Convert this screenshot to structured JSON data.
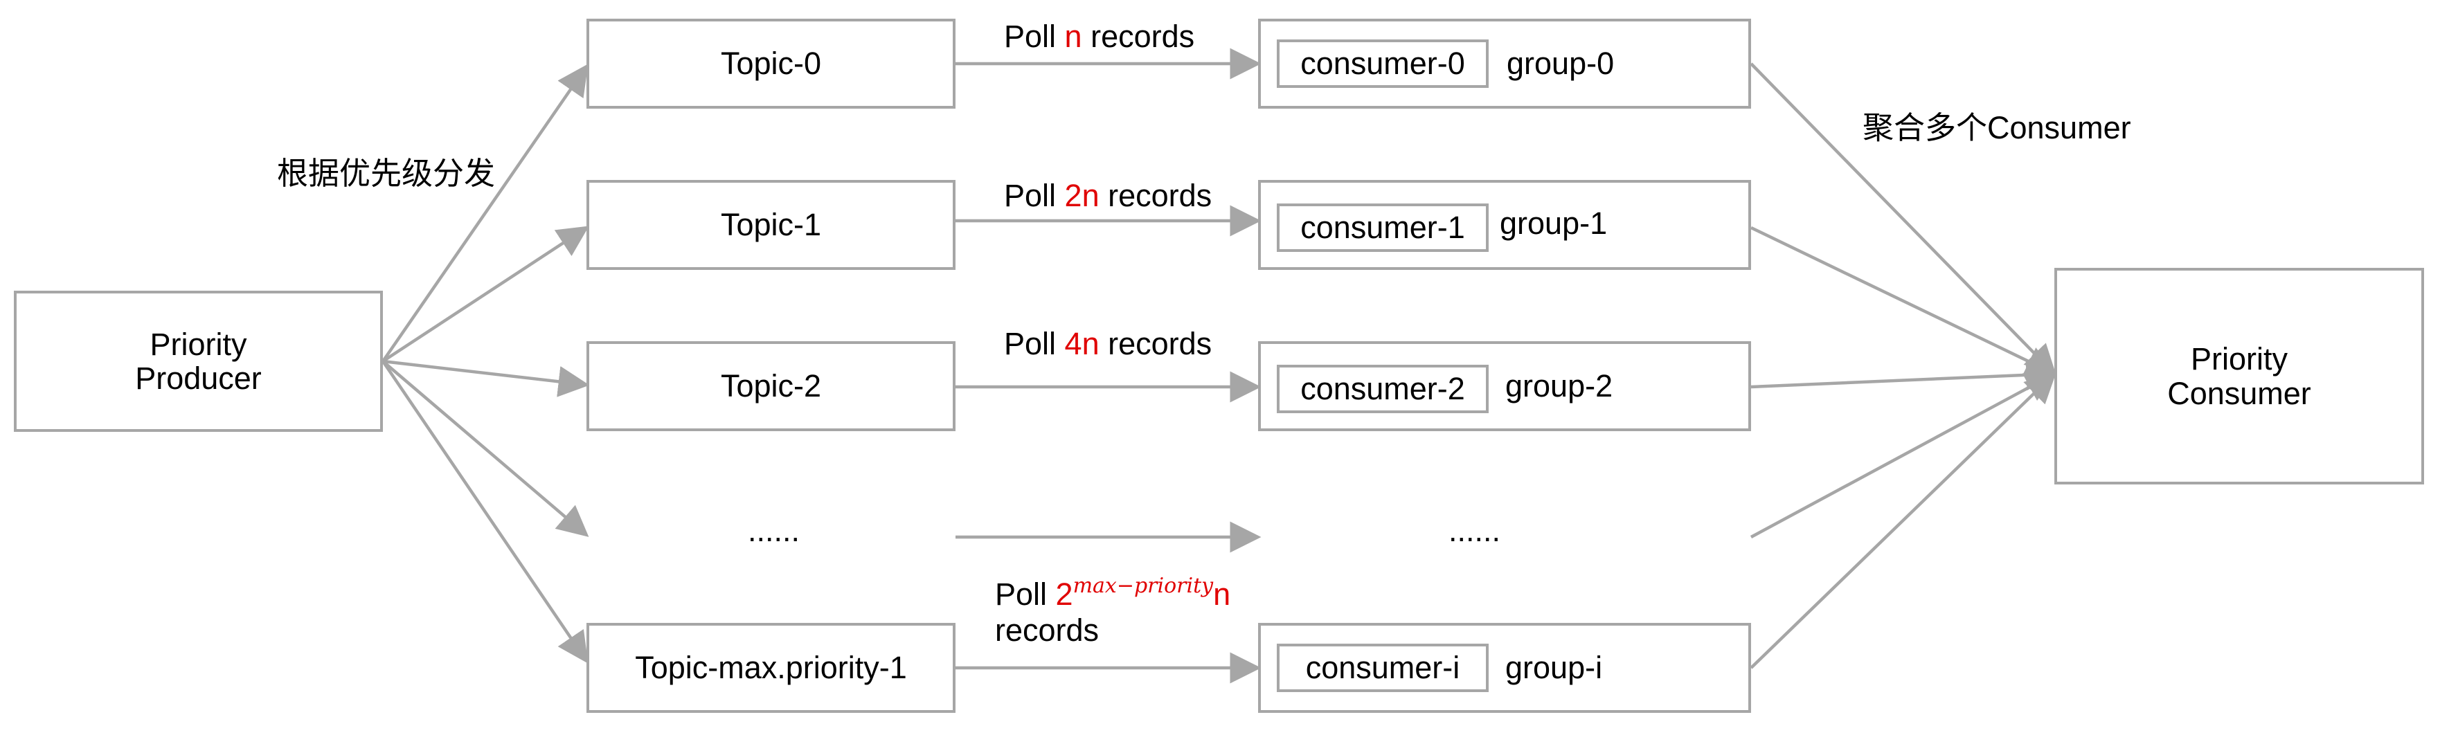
{
  "producer": {
    "line1": "Priority",
    "line2": "Producer"
  },
  "consumer": {
    "line1": "Priority",
    "line2": "Consumer"
  },
  "dispatch_label": "根据优先级分发",
  "aggregate_label": "聚合多个Consumer",
  "topics": [
    "Topic-0",
    "Topic-1",
    "Topic-2",
    "......",
    "Topic-max.priority-1"
  ],
  "polls": [
    {
      "prefix": "Poll ",
      "amount": "n",
      "suffix": " records"
    },
    {
      "prefix": "Poll ",
      "amount": "2n",
      "suffix": " records"
    },
    {
      "prefix": "Poll ",
      "amount": "4n",
      "suffix": " records"
    },
    {
      "prefix": "Poll ",
      "base": "2",
      "exponent": "max−priority",
      "n": "n",
      "suffix": "records"
    }
  ],
  "consumers": [
    {
      "name": "consumer-0",
      "group": "group-0"
    },
    {
      "name": "consumer-1",
      "group": "group-1"
    },
    {
      "name": "consumer-2",
      "group": "group-2"
    },
    {
      "name": "......",
      "group": ""
    },
    {
      "name": "consumer-i",
      "group": "group-i"
    }
  ],
  "colors": {
    "line": "#a6a6a6",
    "highlight": "#e00000"
  }
}
